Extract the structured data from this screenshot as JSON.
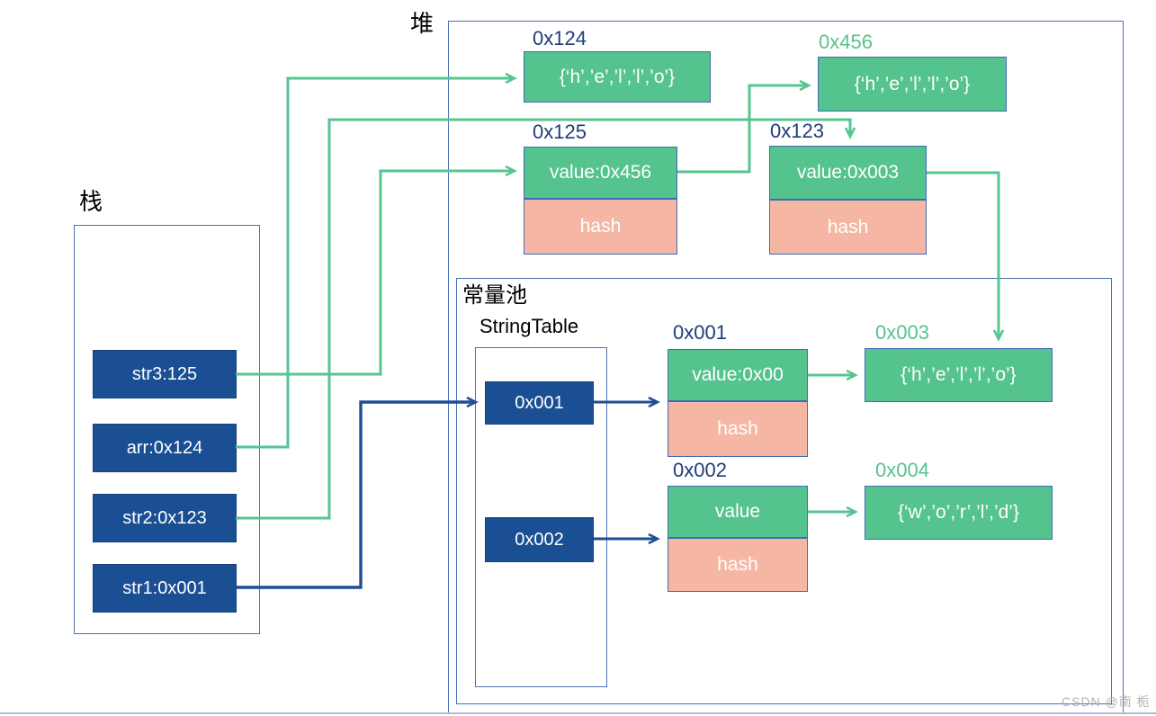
{
  "palette": {
    "cell_green": "#55c38e",
    "cell_pink": "#f5b7a4",
    "cell_navy": "#1b4f94",
    "label_navy": "#1f3d7a",
    "label_green": "#57c28d",
    "line_green": "#57c492",
    "line_navy": "#1f4e96",
    "container_border": "#4a72ae",
    "watermark_gray": "#b3b3b3"
  },
  "stack": {
    "label": "栈",
    "items": [
      {
        "label": "str3:125"
      },
      {
        "label": "arr:0x124"
      },
      {
        "label": "str2:0x123"
      },
      {
        "label": "str1:0x001"
      }
    ]
  },
  "heap": {
    "label": "堆",
    "objects": {
      "o124": {
        "address": "0x124",
        "value": "{‘h’,’e’,’l’,’l’,’o’}"
      },
      "o456": {
        "address": "0x456",
        "value": "{‘h’,’e’,’l’,’l’,’o’}"
      },
      "o125": {
        "address": "0x125",
        "value": "value:0x456",
        "hash": "hash"
      },
      "o123": {
        "address": "0x123",
        "value": "value:0x003",
        "hash": "hash"
      }
    }
  },
  "constant_pool": {
    "label": "常量池",
    "string_table": {
      "label": "StringTable",
      "entries": [
        {
          "label": "0x001"
        },
        {
          "label": "0x002"
        }
      ]
    },
    "objects": {
      "o001": {
        "address": "0x001",
        "value": "value:0x00",
        "hash": "hash"
      },
      "o002": {
        "address": "0x002",
        "value": "value",
        "hash": "hash"
      },
      "o003": {
        "address": "0x003",
        "value": "{‘h’,’e’,’l’,’l’,’o’}"
      },
      "o004": {
        "address": "0x004",
        "value": "{‘w’,’o’,’r’,’l’,’d’}"
      }
    }
  },
  "watermark": "CSDN @南 栀"
}
